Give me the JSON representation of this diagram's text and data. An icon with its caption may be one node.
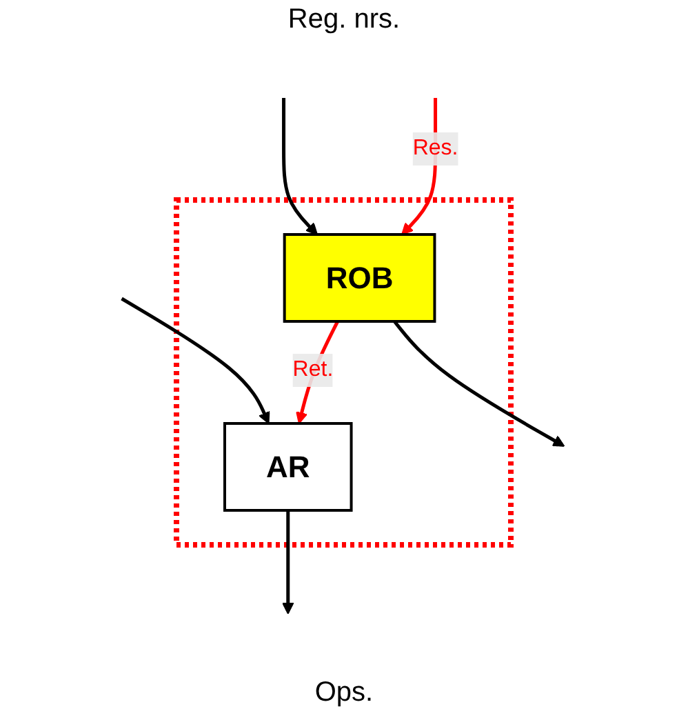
{
  "diagram": {
    "nodes": [
      {
        "text": [],
        "shape": "box"
      },
      {
        "text": [
          "ROB"
        ],
        "in": 0
      },
      {
        "text": [
          "AR"
        ],
        "in": 0
      }
    ],
    "edges": [
      {
        "from": null,
        "to": 1,
        "arrow": "to"
      },
      {
        "from": null,
        "to": 2,
        "arrow": "to"
      },
      {
        "from": null,
        "to": 1,
        "arrow": "to",
        "label": "Res.",
        "color": "#ff0000"
      },
      {
        "from": 1,
        "to": 2,
        "arrow": "to",
        "label": "Ret.",
        "color": "#ff0000"
      },
      {
        "from": 1,
        "to": null,
        "arrow": "to"
      },
      {
        "from": 2,
        "to": null,
        "arrow": "to"
      }
    ],
    "labels": [
      "Reg. nrs.",
      "Ops."
    ]
  }
}
